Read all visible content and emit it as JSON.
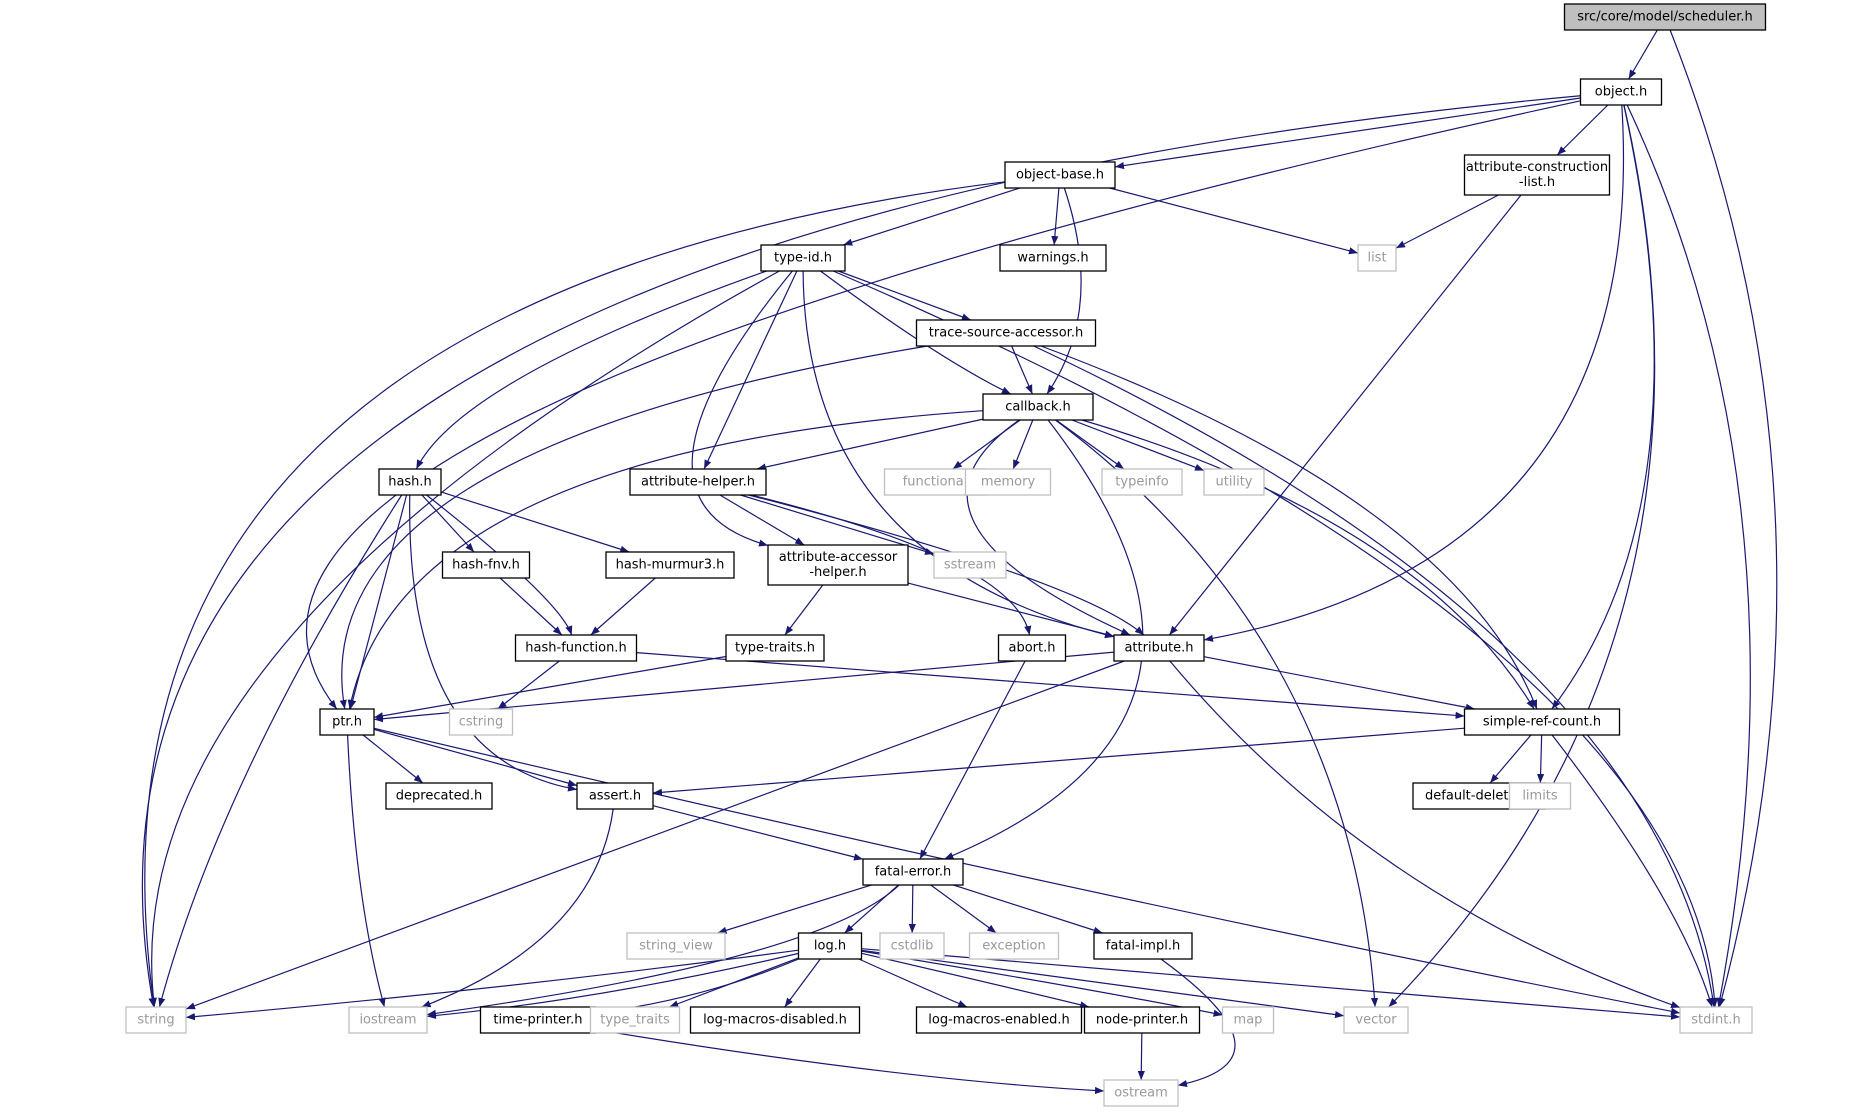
{
  "diagram": {
    "colors": {
      "edge": "#191970",
      "local_border": "#000000",
      "system_border": "#bfbfbf",
      "system_text": "#9a9a9a",
      "current_fill": "#bfbfbf"
    },
    "nodes": [
      {
        "id": "scheduler",
        "label": [
          "src/core/model/scheduler.h"
        ],
        "kind": "current"
      },
      {
        "id": "object",
        "label": [
          "object.h"
        ],
        "kind": "local"
      },
      {
        "id": "object_base",
        "label": [
          "object-base.h"
        ],
        "kind": "local"
      },
      {
        "id": "acl",
        "label": [
          "attribute-construction",
          "-list.h"
        ],
        "kind": "local"
      },
      {
        "id": "type_id",
        "label": [
          "type-id.h"
        ],
        "kind": "local"
      },
      {
        "id": "warnings",
        "label": [
          "warnings.h"
        ],
        "kind": "local"
      },
      {
        "id": "list",
        "label": [
          "list"
        ],
        "kind": "system"
      },
      {
        "id": "tsa",
        "label": [
          "trace-source-accessor.h"
        ],
        "kind": "local"
      },
      {
        "id": "callback",
        "label": [
          "callback.h"
        ],
        "kind": "local"
      },
      {
        "id": "hash",
        "label": [
          "hash.h"
        ],
        "kind": "local"
      },
      {
        "id": "attr_helper",
        "label": [
          "attribute-helper.h"
        ],
        "kind": "local"
      },
      {
        "id": "functional",
        "label": [
          "functional"
        ],
        "kind": "system"
      },
      {
        "id": "memory",
        "label": [
          "memory"
        ],
        "kind": "system"
      },
      {
        "id": "typeinfo",
        "label": [
          "typeinfo"
        ],
        "kind": "system"
      },
      {
        "id": "utility",
        "label": [
          "utility"
        ],
        "kind": "system"
      },
      {
        "id": "hash_fnv",
        "label": [
          "hash-fnv.h"
        ],
        "kind": "local"
      },
      {
        "id": "hash_murmur3",
        "label": [
          "hash-murmur3.h"
        ],
        "kind": "local"
      },
      {
        "id": "aah",
        "label": [
          "attribute-accessor",
          "-helper.h"
        ],
        "kind": "local"
      },
      {
        "id": "sstream",
        "label": [
          "sstream"
        ],
        "kind": "system"
      },
      {
        "id": "hash_function",
        "label": [
          "hash-function.h"
        ],
        "kind": "local"
      },
      {
        "id": "type_traits_h",
        "label": [
          "type-traits.h"
        ],
        "kind": "local"
      },
      {
        "id": "abort",
        "label": [
          "abort.h"
        ],
        "kind": "local"
      },
      {
        "id": "attribute",
        "label": [
          "attribute.h"
        ],
        "kind": "local"
      },
      {
        "id": "ptr",
        "label": [
          "ptr.h"
        ],
        "kind": "local"
      },
      {
        "id": "cstring",
        "label": [
          "cstring"
        ],
        "kind": "system"
      },
      {
        "id": "src",
        "label": [
          "simple-ref-count.h"
        ],
        "kind": "local"
      },
      {
        "id": "deprecated",
        "label": [
          "deprecated.h"
        ],
        "kind": "local"
      },
      {
        "id": "assert",
        "label": [
          "assert.h"
        ],
        "kind": "local"
      },
      {
        "id": "default_deleter",
        "label": [
          "default-deleter.h"
        ],
        "kind": "local"
      },
      {
        "id": "limits",
        "label": [
          "limits"
        ],
        "kind": "system"
      },
      {
        "id": "fatal_error",
        "label": [
          "fatal-error.h"
        ],
        "kind": "local"
      },
      {
        "id": "string_view",
        "label": [
          "string_view"
        ],
        "kind": "system"
      },
      {
        "id": "log",
        "label": [
          "log.h"
        ],
        "kind": "local"
      },
      {
        "id": "cstdlib",
        "label": [
          "cstdlib"
        ],
        "kind": "system"
      },
      {
        "id": "exception",
        "label": [
          "exception"
        ],
        "kind": "system"
      },
      {
        "id": "fatal_impl",
        "label": [
          "fatal-impl.h"
        ],
        "kind": "local"
      },
      {
        "id": "string",
        "label": [
          "string"
        ],
        "kind": "system"
      },
      {
        "id": "iostream",
        "label": [
          "iostream"
        ],
        "kind": "system"
      },
      {
        "id": "time_printer",
        "label": [
          "time-printer.h"
        ],
        "kind": "local"
      },
      {
        "id": "type_traits",
        "label": [
          "type_traits"
        ],
        "kind": "system"
      },
      {
        "id": "lmd",
        "label": [
          "log-macros-disabled.h"
        ],
        "kind": "local"
      },
      {
        "id": "lme",
        "label": [
          "log-macros-enabled.h"
        ],
        "kind": "local"
      },
      {
        "id": "node_printer",
        "label": [
          "node-printer.h"
        ],
        "kind": "local"
      },
      {
        "id": "map",
        "label": [
          "map"
        ],
        "kind": "system"
      },
      {
        "id": "vector",
        "label": [
          "vector"
        ],
        "kind": "system"
      },
      {
        "id": "stdint",
        "label": [
          "stdint.h"
        ],
        "kind": "system"
      },
      {
        "id": "ostream",
        "label": [
          "ostream"
        ],
        "kind": "system"
      }
    ],
    "edges": [
      [
        "scheduler",
        "object"
      ],
      [
        "scheduler",
        "stdint"
      ],
      [
        "object",
        "object_base"
      ],
      [
        "object",
        "acl"
      ],
      [
        "object",
        "string"
      ],
      [
        "object",
        "ptr"
      ],
      [
        "object",
        "attribute"
      ],
      [
        "object",
        "src"
      ],
      [
        "object",
        "vector"
      ],
      [
        "object",
        "stdint"
      ],
      [
        "object_base",
        "type_id"
      ],
      [
        "object_base",
        "warnings"
      ],
      [
        "object_base",
        "list"
      ],
      [
        "object_base",
        "callback"
      ],
      [
        "object_base",
        "string"
      ],
      [
        "acl",
        "list"
      ],
      [
        "acl",
        "attribute"
      ],
      [
        "type_id",
        "tsa"
      ],
      [
        "type_id",
        "callback"
      ],
      [
        "type_id",
        "hash"
      ],
      [
        "type_id",
        "attr_helper"
      ],
      [
        "type_id",
        "aah"
      ],
      [
        "type_id",
        "attribute"
      ],
      [
        "type_id",
        "string"
      ],
      [
        "type_id",
        "stdint"
      ],
      [
        "tsa",
        "callback"
      ],
      [
        "tsa",
        "ptr"
      ],
      [
        "tsa",
        "src"
      ],
      [
        "tsa",
        "stdint"
      ],
      [
        "callback",
        "attr_helper"
      ],
      [
        "callback",
        "functional"
      ],
      [
        "callback",
        "memory"
      ],
      [
        "callback",
        "typeinfo"
      ],
      [
        "callback",
        "utility"
      ],
      [
        "callback",
        "ptr"
      ],
      [
        "callback",
        "attribute"
      ],
      [
        "callback",
        "fatal_error"
      ],
      [
        "callback",
        "src"
      ],
      [
        "callback",
        "vector"
      ],
      [
        "hash",
        "hash_fnv"
      ],
      [
        "hash",
        "hash_murmur3"
      ],
      [
        "hash",
        "hash_function"
      ],
      [
        "hash",
        "ptr"
      ],
      [
        "hash",
        "assert"
      ],
      [
        "hash",
        "string"
      ],
      [
        "attr_helper",
        "aah"
      ],
      [
        "attr_helper",
        "sstream"
      ],
      [
        "attr_helper",
        "abort"
      ],
      [
        "attr_helper",
        "attribute"
      ],
      [
        "hash_fnv",
        "hash_function"
      ],
      [
        "hash_murmur3",
        "hash_function"
      ],
      [
        "hash_function",
        "cstring"
      ],
      [
        "hash_function",
        "src"
      ],
      [
        "aah",
        "type_traits_h"
      ],
      [
        "aah",
        "attribute"
      ],
      [
        "type_traits_h",
        "ptr"
      ],
      [
        "abort",
        "fatal_error"
      ],
      [
        "attribute",
        "ptr"
      ],
      [
        "attribute",
        "src"
      ],
      [
        "attribute",
        "string"
      ],
      [
        "attribute",
        "stdint"
      ],
      [
        "ptr",
        "deprecated"
      ],
      [
        "ptr",
        "assert"
      ],
      [
        "ptr",
        "iostream"
      ],
      [
        "ptr",
        "stdint"
      ],
      [
        "src",
        "assert"
      ],
      [
        "src",
        "default_deleter"
      ],
      [
        "src",
        "limits"
      ],
      [
        "src",
        "stdint"
      ],
      [
        "assert",
        "fatal_error"
      ],
      [
        "assert",
        "iostream"
      ],
      [
        "fatal_error",
        "string_view"
      ],
      [
        "fatal_error",
        "log"
      ],
      [
        "fatal_error",
        "cstdlib"
      ],
      [
        "fatal_error",
        "exception"
      ],
      [
        "fatal_error",
        "fatal_impl"
      ],
      [
        "fatal_error",
        "iostream"
      ],
      [
        "fatal_impl",
        "ostream"
      ],
      [
        "log",
        "string"
      ],
      [
        "log",
        "iostream"
      ],
      [
        "log",
        "time_printer"
      ],
      [
        "log",
        "type_traits"
      ],
      [
        "log",
        "lmd"
      ],
      [
        "log",
        "lme"
      ],
      [
        "log",
        "node_printer"
      ],
      [
        "log",
        "map"
      ],
      [
        "log",
        "vector"
      ],
      [
        "log",
        "stdint"
      ],
      [
        "time_printer",
        "ostream"
      ],
      [
        "node_printer",
        "ostream"
      ]
    ]
  }
}
